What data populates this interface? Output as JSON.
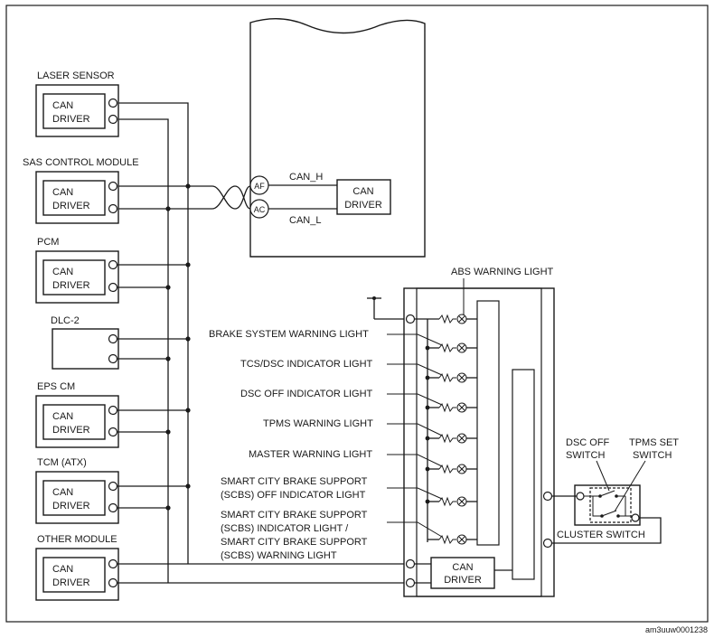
{
  "modules": [
    {
      "name": "LASER SENSOR",
      "driver": [
        "CAN",
        "DRIVER"
      ]
    },
    {
      "name": "SAS CONTROL MODULE",
      "driver": [
        "CAN",
        "DRIVER"
      ]
    },
    {
      "name": "PCM",
      "driver": [
        "CAN",
        "DRIVER"
      ]
    },
    {
      "name": "DLC-2",
      "driver": [
        "",
        ""
      ]
    },
    {
      "name": "EPS CM",
      "driver": [
        "CAN",
        "DRIVER"
      ]
    },
    {
      "name": "TCM (ATX)",
      "driver": [
        "CAN",
        "DRIVER"
      ]
    },
    {
      "name": "OTHER MODULE",
      "driver": [
        "CAN",
        "DRIVER"
      ]
    }
  ],
  "main_unit": {
    "terminal_af": "AF",
    "terminal_ac": "AC",
    "can_h": "CAN_H",
    "can_l": "CAN_L",
    "driver": [
      "CAN",
      "DRIVER"
    ]
  },
  "cluster": {
    "abs_warning_light": "ABS WARNING LIGHT",
    "warning_lights": [
      [
        "BRAKE SYSTEM WARNING LIGHT"
      ],
      [
        "TCS/DSC INDICATOR LIGHT"
      ],
      [
        "DSC OFF INDICATOR LIGHT"
      ],
      [
        "TPMS WARNING LIGHT"
      ],
      [
        "MASTER WARNING LIGHT"
      ],
      [
        "SMART CITY BRAKE SUPPORT",
        "(SCBS) OFF INDICATOR LIGHT"
      ],
      [
        "SMART CITY BRAKE SUPPORT",
        "(SCBS) INDICATOR LIGHT /",
        "SMART CITY BRAKE SUPPORT",
        "(SCBS) WARNING LIGHT"
      ]
    ],
    "driver": [
      "CAN",
      "DRIVER"
    ]
  },
  "switches": {
    "dsc_off": [
      "DSC OFF",
      "SWITCH"
    ],
    "tpms_set": [
      "TPMS SET",
      "SWITCH"
    ],
    "cluster_switch": "CLUSTER SWITCH"
  },
  "figure_id": "am3uuw0001238"
}
